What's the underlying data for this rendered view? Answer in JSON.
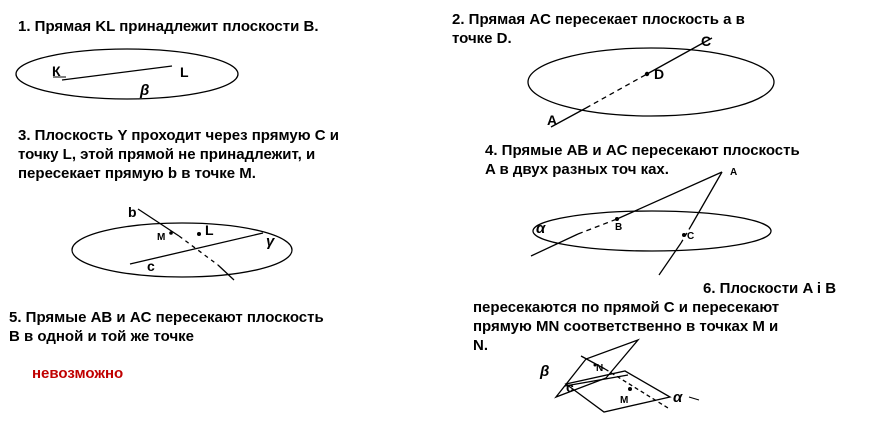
{
  "problems": {
    "p1": {
      "line1": "1. Прямая KL принадлежит плоскости B."
    },
    "p2": {
      "line1": "2. Прямая AC пересекает плоскость a в",
      "line2": "точке D."
    },
    "p3": {
      "line1": "3. Плоскость Y проходит через прямую C и",
      "line2": "точку L, этой прямой не принадлежит, и",
      "line3": "пересекает прямую b в точке M."
    },
    "p4": {
      "line1": "4. Прямые AB и AC пересекают плоскость",
      "line2": "A в двух разных точ ках."
    },
    "p5": {
      "line1": "5. Прямые AB и AC пересекают плоскость",
      "line2": "B в одной и той же точке",
      "answer": "невозможно"
    },
    "p6": {
      "line1": "6. Плоскости A i B",
      "line2": "пересекаются по прямой C и пересекают",
      "line3": "прямую MN соответственно в точках M и",
      "line4": "N."
    }
  },
  "figures": {
    "fig1": {
      "K": "К",
      "L": "L",
      "beta": "β"
    },
    "fig2": {
      "C": "C",
      "D": "D",
      "A": "A"
    },
    "fig3": {
      "b": "b",
      "M": "M",
      "L": "L",
      "gamma": "γ",
      "c": "c"
    },
    "fig4": {
      "A": "A",
      "B": "B",
      "C": "C",
      "alpha": "α"
    },
    "fig6": {
      "beta": "β",
      "N": "N",
      "c": "c",
      "M": "M",
      "alpha": "α"
    }
  },
  "colors": {
    "text": "#000000",
    "answer": "#c00000",
    "background": "#ffffff"
  }
}
